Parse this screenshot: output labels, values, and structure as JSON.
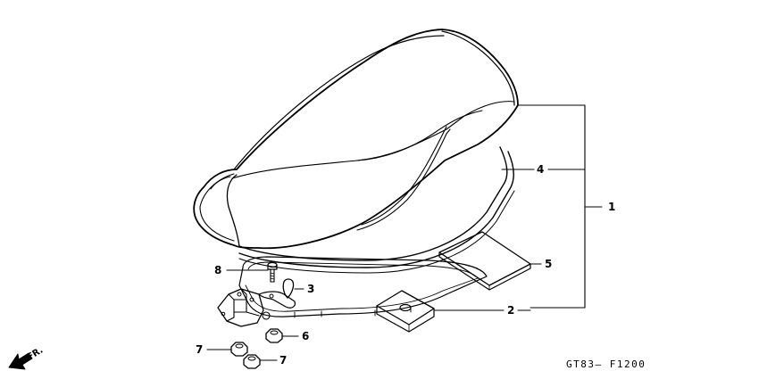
{
  "diagram": {
    "figure_code": "GT83– F1200",
    "direction_label": "FR.",
    "callouts": {
      "c1": "1",
      "c2": "2",
      "c3": "3",
      "c4": "4",
      "c5": "5",
      "c6": "6",
      "c7a": "7",
      "c7b": "7",
      "c8": "8"
    }
  }
}
